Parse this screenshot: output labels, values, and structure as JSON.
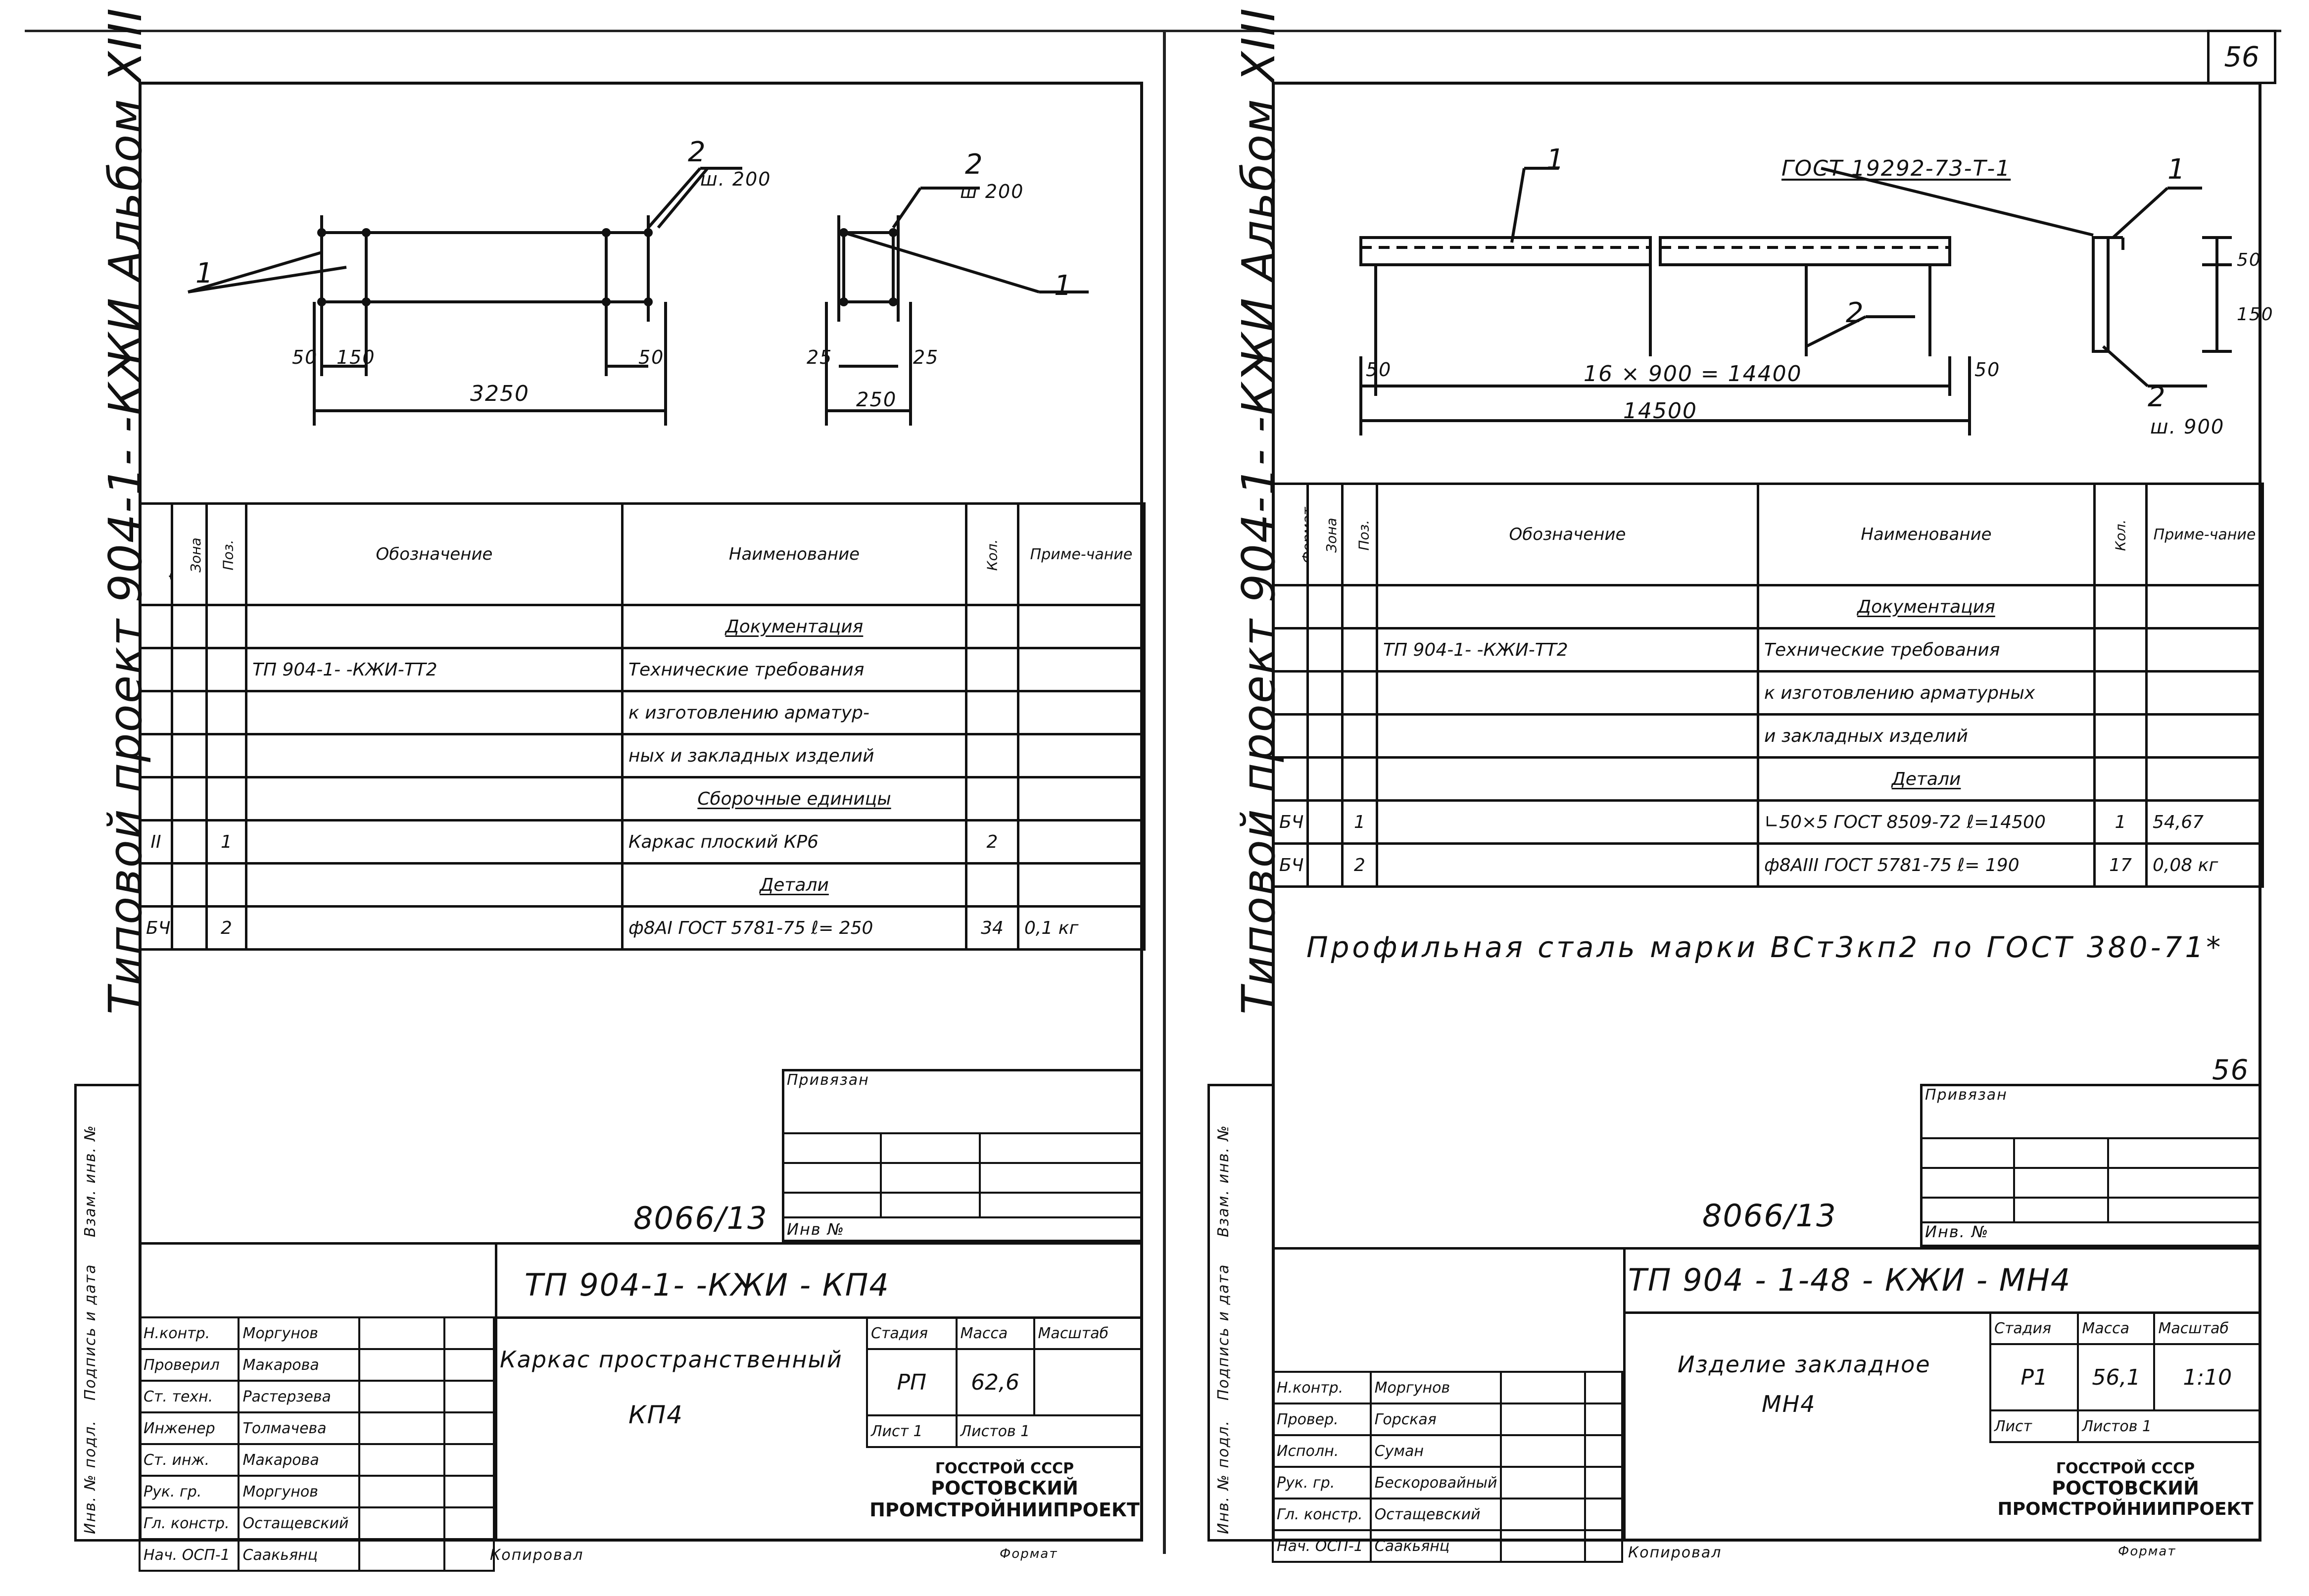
{
  "page_number": "56",
  "left": {
    "side_caption": "Типовой  проект  904-1-  -КЖИ  Альбом XIII",
    "drawing": {
      "pos1": "1",
      "pos2a": "2",
      "pitch_a": "ш. 200",
      "pos2b": "2",
      "pitch_b": "ш 200",
      "pos1b": "1",
      "dim_50a": "50",
      "dim_150": "150",
      "dim_50b": "50",
      "dim_3250": "3250",
      "dim_25a": "25",
      "dim_25b": "25",
      "dim_250": "250"
    },
    "spec": {
      "headers": [
        "Формат",
        "Зона",
        "Поз.",
        "Обозначение",
        "Наименование",
        "Кол.",
        "Приме-чание"
      ],
      "rows": [
        {
          "fmt": "",
          "zone": "",
          "pos": "",
          "des": "",
          "name": "Документация",
          "qty": "",
          "note": "",
          "u": true
        },
        {
          "fmt": "",
          "zone": "",
          "pos": "",
          "des": "ТП 904-1-     -КЖИ-ТТ2",
          "name": "Технические требования",
          "qty": "",
          "note": ""
        },
        {
          "fmt": "",
          "zone": "",
          "pos": "",
          "des": "",
          "name": "к изготовлению арматур-",
          "qty": "",
          "note": ""
        },
        {
          "fmt": "",
          "zone": "",
          "pos": "",
          "des": "",
          "name": "ных и закладных изделий",
          "qty": "",
          "note": ""
        },
        {
          "fmt": "",
          "zone": "",
          "pos": "",
          "des": "",
          "name": "Сборочные единицы",
          "qty": "",
          "note": "",
          "u": true
        },
        {
          "fmt": "II",
          "zone": "",
          "pos": "1",
          "des": "",
          "name": "Каркас  плоский  КР6",
          "qty": "2",
          "note": ""
        },
        {
          "fmt": "",
          "zone": "",
          "pos": "",
          "des": "",
          "name": "Детали",
          "qty": "",
          "note": "",
          "u": true
        },
        {
          "fmt": "БЧ",
          "zone": "",
          "pos": "2",
          "des": "",
          "name": "ф8АI ГОСТ 5781-75 ℓ= 250",
          "qty": "34",
          "note": "0,1 кг"
        }
      ]
    },
    "privyazan": "Привязан",
    "inv_no": "Инв №",
    "archive_no": "8066/13",
    "doc_code": "ТП 904-1-     -КЖИ - КП4",
    "item_title_1": "Каркас  пространственный",
    "item_title_2": "КП4",
    "stage_label": "Стадия",
    "mass_label": "Масса",
    "scale_label": "Масштаб",
    "stage": "РП",
    "mass": "62,6",
    "scale": "",
    "sheet_label": "Лист 1",
    "sheets_label": "Листов 1",
    "org_1": "ГОССТРОЙ СССР",
    "org_2": "РОСТОВСКИЙ",
    "org_3": "ПРОМСТРОЙНИИПРОЕКТ",
    "roles": [
      "Н.контр.",
      "Проверил",
      "Ст. техн.",
      "Инженер",
      "Ст. инж.",
      "Рук. гр.",
      "Гл. констр.",
      "Нач. ОСП-1"
    ],
    "names": [
      "Моргунов",
      "Макарова",
      "Растерзева",
      "Толмачева",
      "Макарова",
      "Моргунов",
      "Остащевский",
      "Саакьянц"
    ],
    "side_stamp": [
      "Инв. № подл.",
      "Подпись и дата",
      "Взам. инв. №"
    ],
    "copied": "Копировал",
    "format": "Формат"
  },
  "right": {
    "side_caption": "Типовой  проект  904-1-  -КЖИ  Альбом XIII",
    "drawing": {
      "gost_label": "ГОСТ  19292-73-Т-1",
      "pos1": "1",
      "pos1b": "1",
      "pos2": "2",
      "pos2b": "2",
      "pitch": "ш. 900",
      "dim_50a": "50",
      "dim_span": "16 × 900 = 14400",
      "dim_50b": "50",
      "dim_14500": "14500",
      "dim_50v": "50",
      "dim_150v": "150"
    },
    "spec": {
      "headers": [
        "Формат",
        "Зона",
        "Поз.",
        "Обозначение",
        "Наименование",
        "Кол.",
        "Приме-чание"
      ],
      "rows": [
        {
          "fmt": "",
          "zone": "",
          "pos": "",
          "des": "",
          "name": "Документация",
          "qty": "",
          "note": "",
          "u": true
        },
        {
          "fmt": "",
          "zone": "",
          "pos": "",
          "des": "ТП 904-1-     -КЖИ-ТТ2",
          "name": "Технические требования",
          "qty": "",
          "note": ""
        },
        {
          "fmt": "",
          "zone": "",
          "pos": "",
          "des": "",
          "name": "к изготовлению арматурных",
          "qty": "",
          "note": ""
        },
        {
          "fmt": "",
          "zone": "",
          "pos": "",
          "des": "",
          "name": "и закладных изделий",
          "qty": "",
          "note": ""
        },
        {
          "fmt": "",
          "zone": "",
          "pos": "",
          "des": "",
          "name": "Детали",
          "qty": "",
          "note": "",
          "u": true
        },
        {
          "fmt": "БЧ",
          "zone": "",
          "pos": "1",
          "des": "",
          "name": "∟50×5 ГОСТ 8509-72 ℓ=14500",
          "qty": "1",
          "note": "54,67"
        },
        {
          "fmt": "БЧ",
          "zone": "",
          "pos": "2",
          "des": "",
          "name": "ф8АIII ГОСТ 5781-75 ℓ= 190",
          "qty": "17",
          "note": "0,08 кг"
        }
      ]
    },
    "steel_note": "Профильная  сталь  марки  ВСт3кп2  по ГОСТ  380-71*",
    "sheet_tag": "56",
    "privyazan": "Привязан",
    "inv_no": "Инв. №",
    "archive_no": "8066/13",
    "doc_code": "ТП 904 - 1-48   - КЖИ - МН4",
    "item_title_1": "Изделие закладное",
    "item_title_2": "МН4",
    "stage_label": "Стадия",
    "mass_label": "Масса",
    "scale_label": "Масштаб",
    "stage": "Р1",
    "mass": "56,1",
    "scale": "1:10",
    "sheet_label": "Лист",
    "sheets_label": "Листов 1",
    "org_1": "ГОССТРОЙ СССР",
    "org_2": "РОСТОВСКИЙ",
    "org_3": "ПРОМСТРОЙНИИПРОЕКТ",
    "roles": [
      "Н.контр.",
      "Провер.",
      "Исполн.",
      "Рук. гр.",
      "Гл. констр.",
      "Нач. ОСП-1"
    ],
    "names": [
      "Моргунов",
      "Горская",
      "Суман",
      "Бескоровайный",
      "Остащевский",
      "Саакьянц"
    ],
    "side_stamp": [
      "Инв. № подл.",
      "Подпись и дата",
      "Взам. инв. №"
    ],
    "copied": "Копировал",
    "format": "Формат"
  }
}
